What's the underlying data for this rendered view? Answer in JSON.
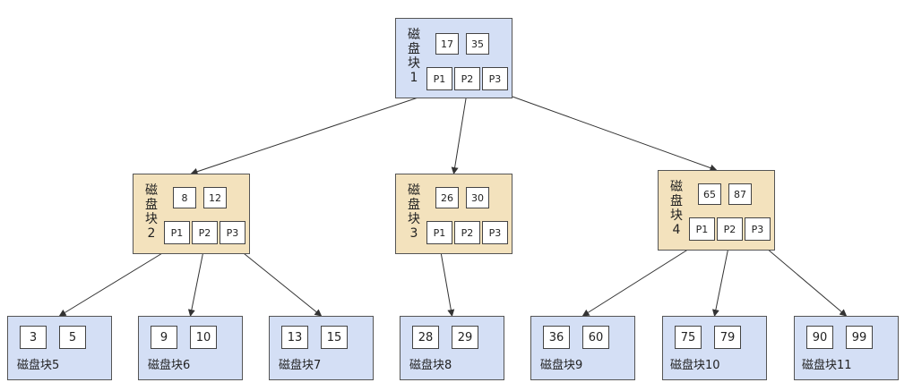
{
  "nodes": {
    "block1": {
      "title": "磁盘块1",
      "keys": [
        "17",
        "35"
      ],
      "pointers": [
        "P1",
        "P2",
        "P3"
      ]
    },
    "block2": {
      "title": "磁盘块2",
      "keys": [
        "8",
        "12"
      ],
      "pointers": [
        "P1",
        "P2",
        "P3"
      ]
    },
    "block3": {
      "title": "磁盘块3",
      "keys": [
        "26",
        "30"
      ],
      "pointers": [
        "P1",
        "P2",
        "P3"
      ]
    },
    "block4": {
      "title": "磁盘块4",
      "keys": [
        "65",
        "87"
      ],
      "pointers": [
        "P1",
        "P2",
        "P3"
      ]
    },
    "block5": {
      "title": "磁盘块5",
      "keys": [
        "3",
        "5"
      ]
    },
    "block6": {
      "title": "磁盘块6",
      "keys": [
        "9",
        "10"
      ]
    },
    "block7": {
      "title": "磁盘块7",
      "keys": [
        "13",
        "15"
      ]
    },
    "block8": {
      "title": "磁盘块8",
      "keys": [
        "28",
        "29"
      ]
    },
    "block9": {
      "title": "磁盘块9",
      "keys": [
        "36",
        "60"
      ]
    },
    "block10": {
      "title": "磁盘块10",
      "keys": [
        "75",
        "79"
      ]
    },
    "block11": {
      "title": "磁盘块11",
      "keys": [
        "90",
        "99"
      ]
    }
  },
  "edges": [
    {
      "from": "block1",
      "pointer": "P1",
      "to": "block2"
    },
    {
      "from": "block1",
      "pointer": "P2",
      "to": "block3"
    },
    {
      "from": "block1",
      "pointer": "P3",
      "to": "block4"
    },
    {
      "from": "block2",
      "pointer": "P1",
      "to": "block5"
    },
    {
      "from": "block2",
      "pointer": "P2",
      "to": "block6"
    },
    {
      "from": "block2",
      "pointer": "P3",
      "to": "block7"
    },
    {
      "from": "block3",
      "pointer": "P1",
      "to": "block8"
    },
    {
      "from": "block4",
      "pointer": "P1",
      "to": "block9"
    },
    {
      "from": "block4",
      "pointer": "P2",
      "to": "block10"
    },
    {
      "from": "block4",
      "pointer": "P3",
      "to": "block11"
    }
  ],
  "colors": {
    "internal_top": "#d4dff5",
    "internal_mid": "#f3e2bd",
    "leaf": "#d4dff5",
    "edge": "#333333"
  }
}
